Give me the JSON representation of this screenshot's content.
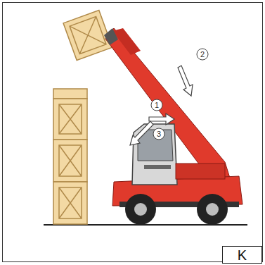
{
  "diagram": {
    "nodes": [
      {
        "text": [
          "K"
        ]
      }
    ],
    "labels": [
      "1",
      "2",
      "3"
    ]
  }
}
